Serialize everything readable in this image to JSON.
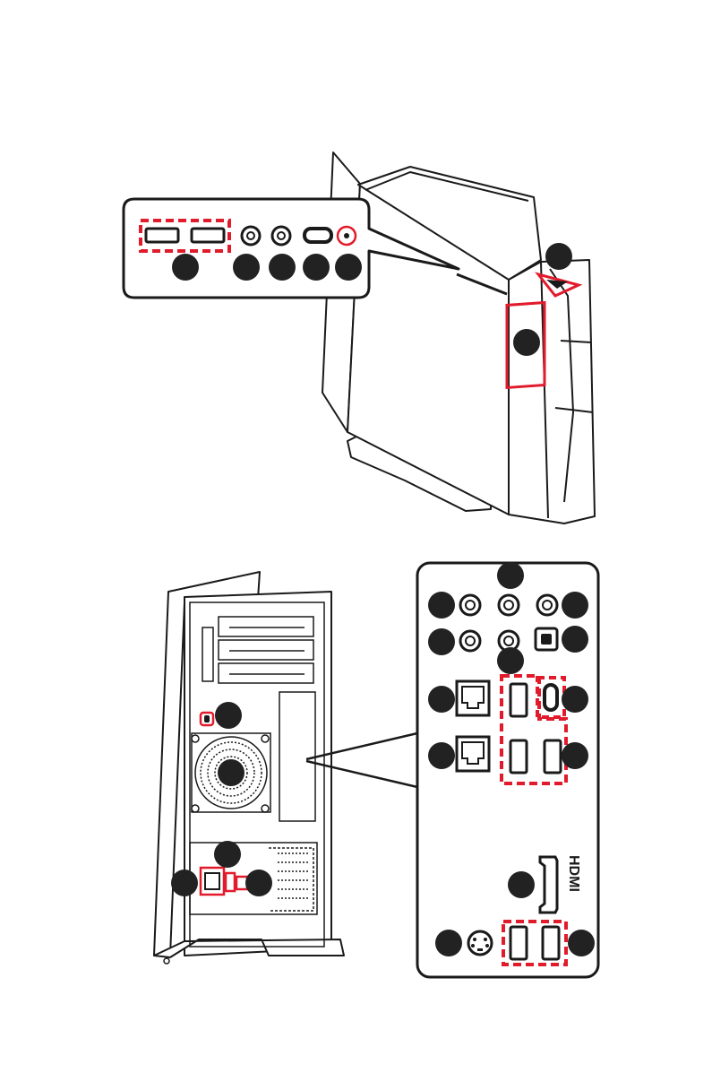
{
  "colors": {
    "accent_red": "#e21b2c",
    "outline": "#1a1a1a",
    "callout_fill": "#222222",
    "background": "#ffffff"
  },
  "front_view": {
    "io_panel_icons": [
      "usb-port-icon",
      "usb-port-icon",
      "audio-jack-icon",
      "audio-jack-icon",
      "usb-type-c-icon",
      "reset-button-icon"
    ],
    "callout_count": 7
  },
  "rear_view": {
    "io_panel_icons": [
      "audio-jack-icon",
      "optical-spdif-icon",
      "rj45-lan-icon",
      "usb-port-icon",
      "usb-type-c-icon",
      "hdmi-port-icon",
      "ps2-port-icon"
    ],
    "hdmi_logo": "HDMI",
    "callout_count": 17
  }
}
